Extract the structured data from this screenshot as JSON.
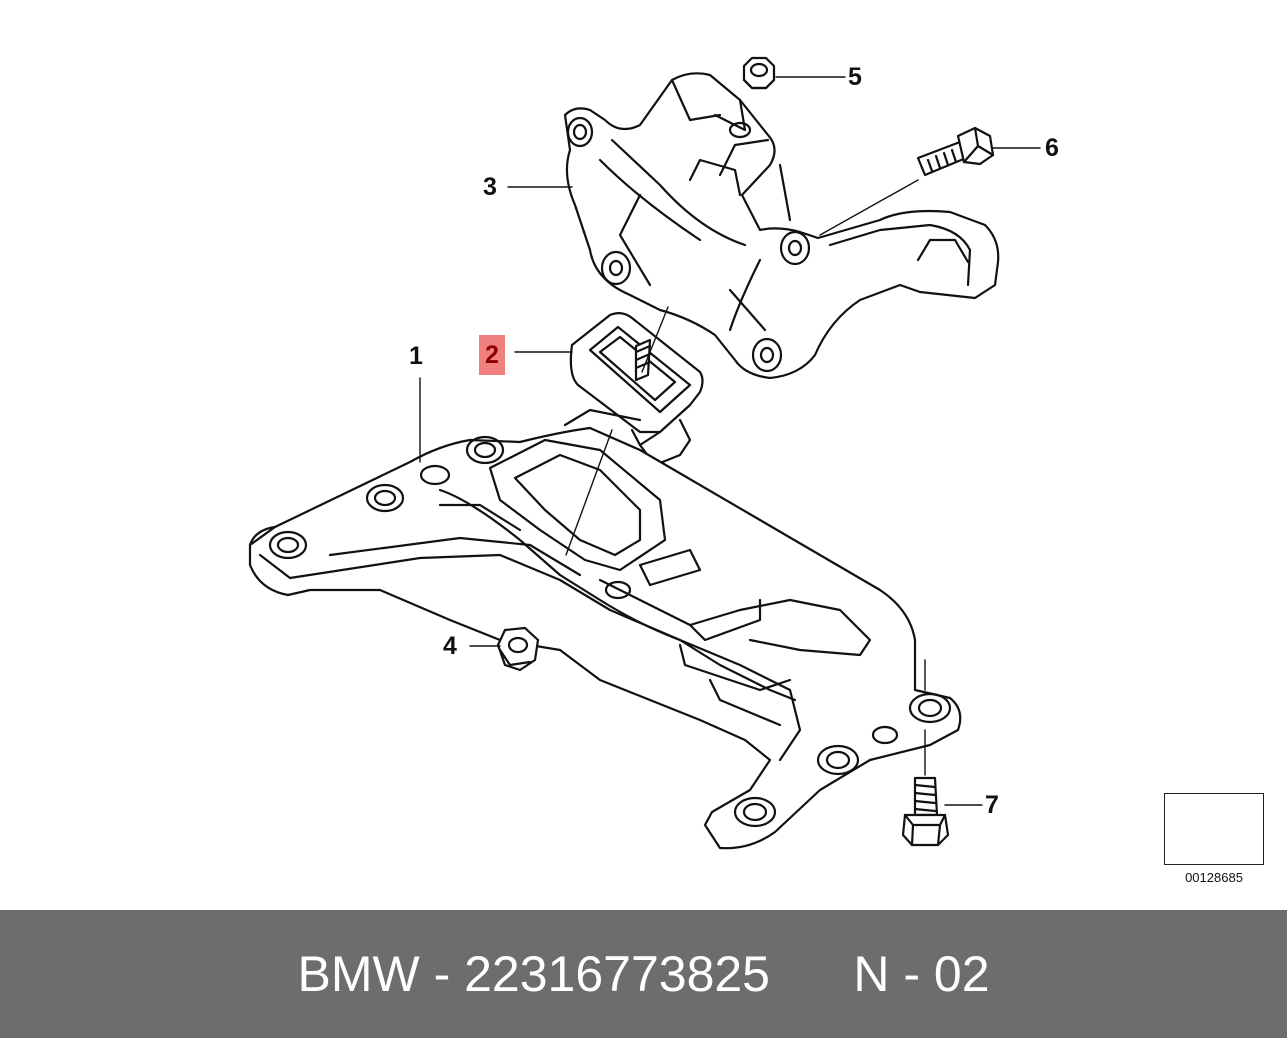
{
  "callouts": [
    {
      "id": "1",
      "label": "1",
      "highlighted": false
    },
    {
      "id": "2",
      "label": "2",
      "highlighted": true
    },
    {
      "id": "3",
      "label": "3",
      "highlighted": false
    },
    {
      "id": "4",
      "label": "4",
      "highlighted": false
    },
    {
      "id": "5",
      "label": "5",
      "highlighted": false
    },
    {
      "id": "6",
      "label": "6",
      "highlighted": false
    },
    {
      "id": "7",
      "label": "7",
      "highlighted": false
    }
  ],
  "diagram_code": "00128685",
  "footer": {
    "brand": "BMW",
    "separator": " - ",
    "part_number": "22316773825",
    "page_ref": "N - 02"
  },
  "colors": {
    "highlight_bg": "#f08080",
    "highlight_text": "#8b0000",
    "footer_bg": "#6d6d6d",
    "footer_text": "#ffffff"
  }
}
